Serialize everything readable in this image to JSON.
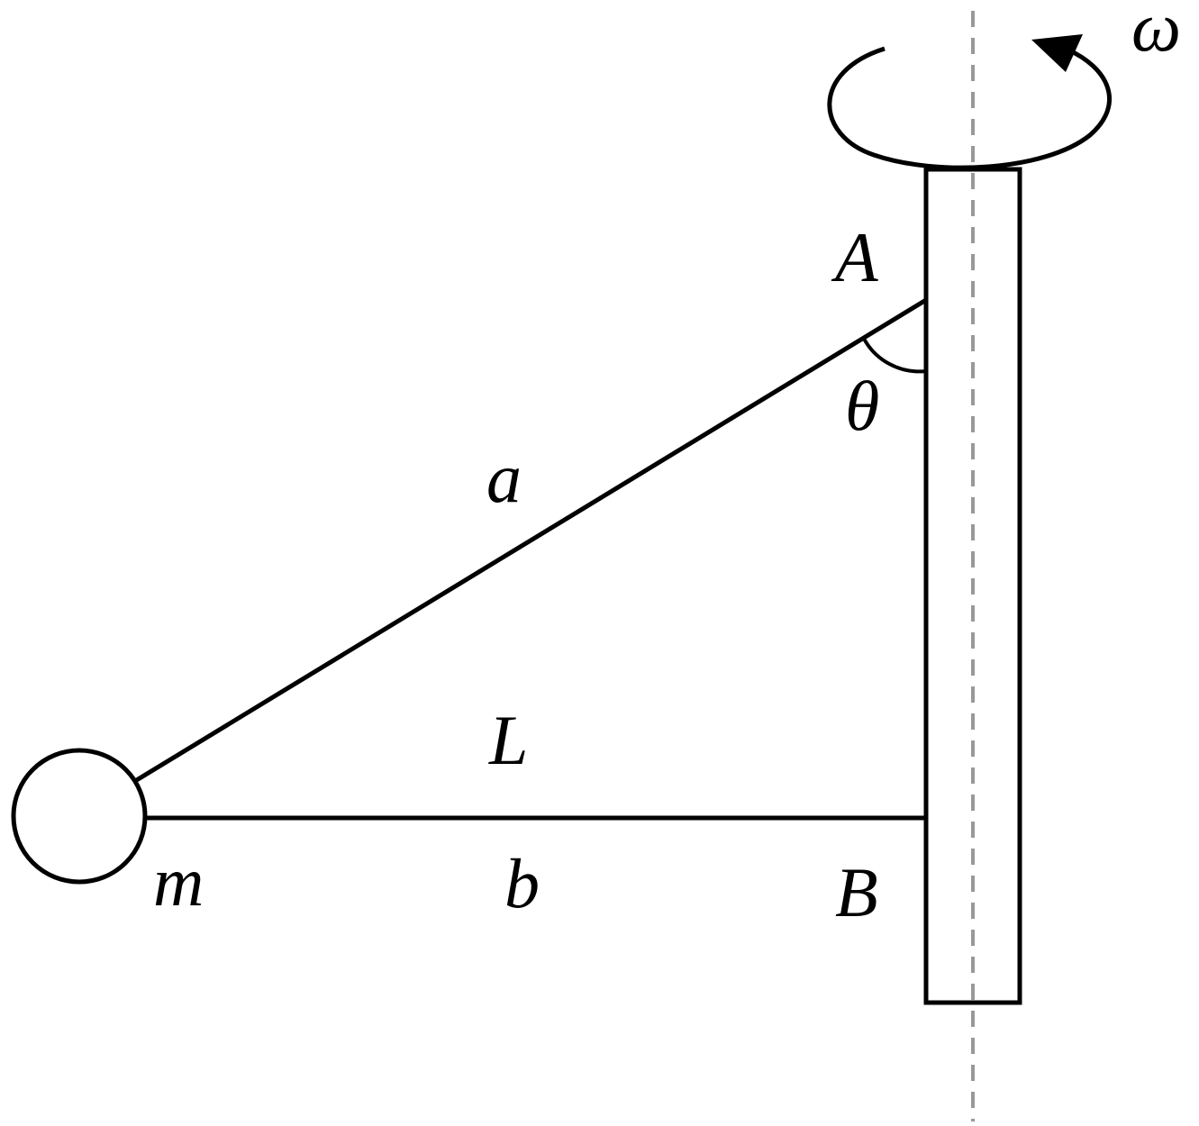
{
  "diagram": {
    "labels": {
      "omega": "ω",
      "point_a": "A",
      "theta": "θ",
      "rope_a": "a",
      "length": "L",
      "mass": "m",
      "rope_b": "b",
      "point_b": "B"
    },
    "colors": {
      "stroke": "#000000",
      "axis": "#999999",
      "background": "#ffffff"
    }
  }
}
